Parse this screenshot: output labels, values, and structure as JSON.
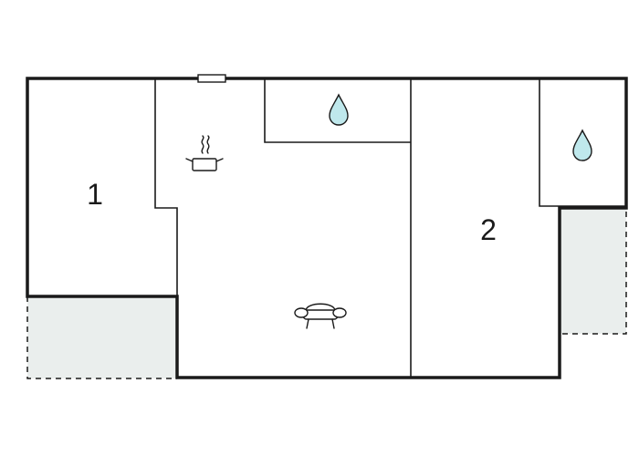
{
  "floor_plan": {
    "rooms": [
      {
        "id": "bedroom-1",
        "label": "1"
      },
      {
        "id": "bedroom-2",
        "label": "2"
      }
    ],
    "fixtures": [
      {
        "room": "kitchen",
        "icon": "cooking-pot-icon"
      },
      {
        "room": "bathroom-1",
        "icon": "water-drop-icon"
      },
      {
        "room": "bathroom-2",
        "icon": "water-drop-icon"
      },
      {
        "room": "living-room",
        "icon": "sofa-icon"
      }
    ],
    "terraces": 2,
    "windows": 1
  },
  "colors": {
    "wall": "#1a1a1a",
    "terrace_fill": "#eaeeed",
    "drop_fill": "#bfe8ec"
  }
}
